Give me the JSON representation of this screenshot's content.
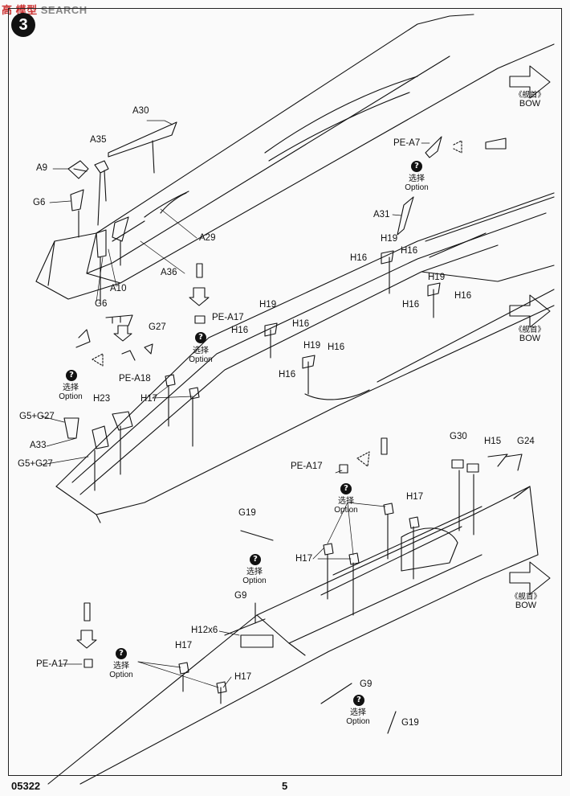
{
  "header": {
    "watermark_brand": "高 模型",
    "watermark_search": "SEARCH",
    "step_number": "3"
  },
  "bow_label": {
    "cn": "《舰首》",
    "en": "BOW"
  },
  "option_label": {
    "cn": "选择",
    "en": "Option"
  },
  "question_mark": "?",
  "parts_top": {
    "A30": "A30",
    "A35": "A35",
    "A9": "A9",
    "G6_top": "G6",
    "G6_bottom": "G6",
    "A10": "A10",
    "A36": "A36",
    "A29": "A29"
  },
  "parts_top_right": {
    "PE_A7": "PE-A7",
    "A31": "A31"
  },
  "parts_middle": {
    "H19_a": "H19",
    "H16_a": "H16",
    "H16_b": "H16",
    "H19_b": "H19",
    "H16_c": "H16",
    "H16_d": "H16",
    "H19_c": "H19",
    "H16_e": "H16",
    "H16_f": "H16",
    "H19_d": "H19",
    "H16_g": "H16",
    "H16_h": "H16",
    "PE_A17": "PE-A17",
    "G27": "G27",
    "PE_A18": "PE-A18",
    "H17": "H17",
    "H23": "H23",
    "G5_G27_a": "G5+G27",
    "A33": "A33",
    "G5_G27_b": "G5+G27"
  },
  "parts_bottom": {
    "G30": "G30",
    "H15": "H15",
    "G24": "G24",
    "PE_A17": "PE-A17",
    "H17_a": "H17",
    "H17_b": "H17",
    "G19_a": "G19",
    "G9_a": "G9",
    "H12x6": "H12x6",
    "H17_c": "H17",
    "PE_A17_b": "PE-A17",
    "H17_d": "H17",
    "G9_b": "G9",
    "G19_b": "G19"
  },
  "footer": {
    "code": "05322",
    "page": "5"
  }
}
